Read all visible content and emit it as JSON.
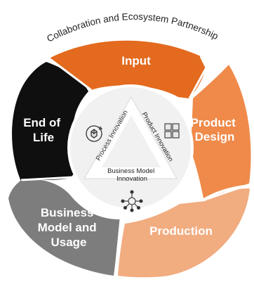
{
  "diagram": {
    "arc_title": "Collaboration and Ecosystem Partnership",
    "segments": [
      {
        "label": "Input",
        "color": "#e36a1e"
      },
      {
        "label_lines": [
          "Product",
          "Design"
        ],
        "color": "#ef8a4a"
      },
      {
        "label": "Production",
        "color": "#f1ac80"
      },
      {
        "label_lines": [
          "Business",
          "Model and",
          "Usage"
        ],
        "color": "#7d7d7d"
      },
      {
        "label_lines": [
          "End of",
          "Life"
        ],
        "color": "#0f0f0f"
      }
    ],
    "center": {
      "process_innovation": "Process Innovation",
      "product_innovation": "Product Innovation",
      "business_model_lines": [
        "Business Model",
        "Innovation"
      ]
    },
    "icons": [
      "recycle-box-icon",
      "puzzle-icon",
      "network-hub-icon"
    ]
  }
}
